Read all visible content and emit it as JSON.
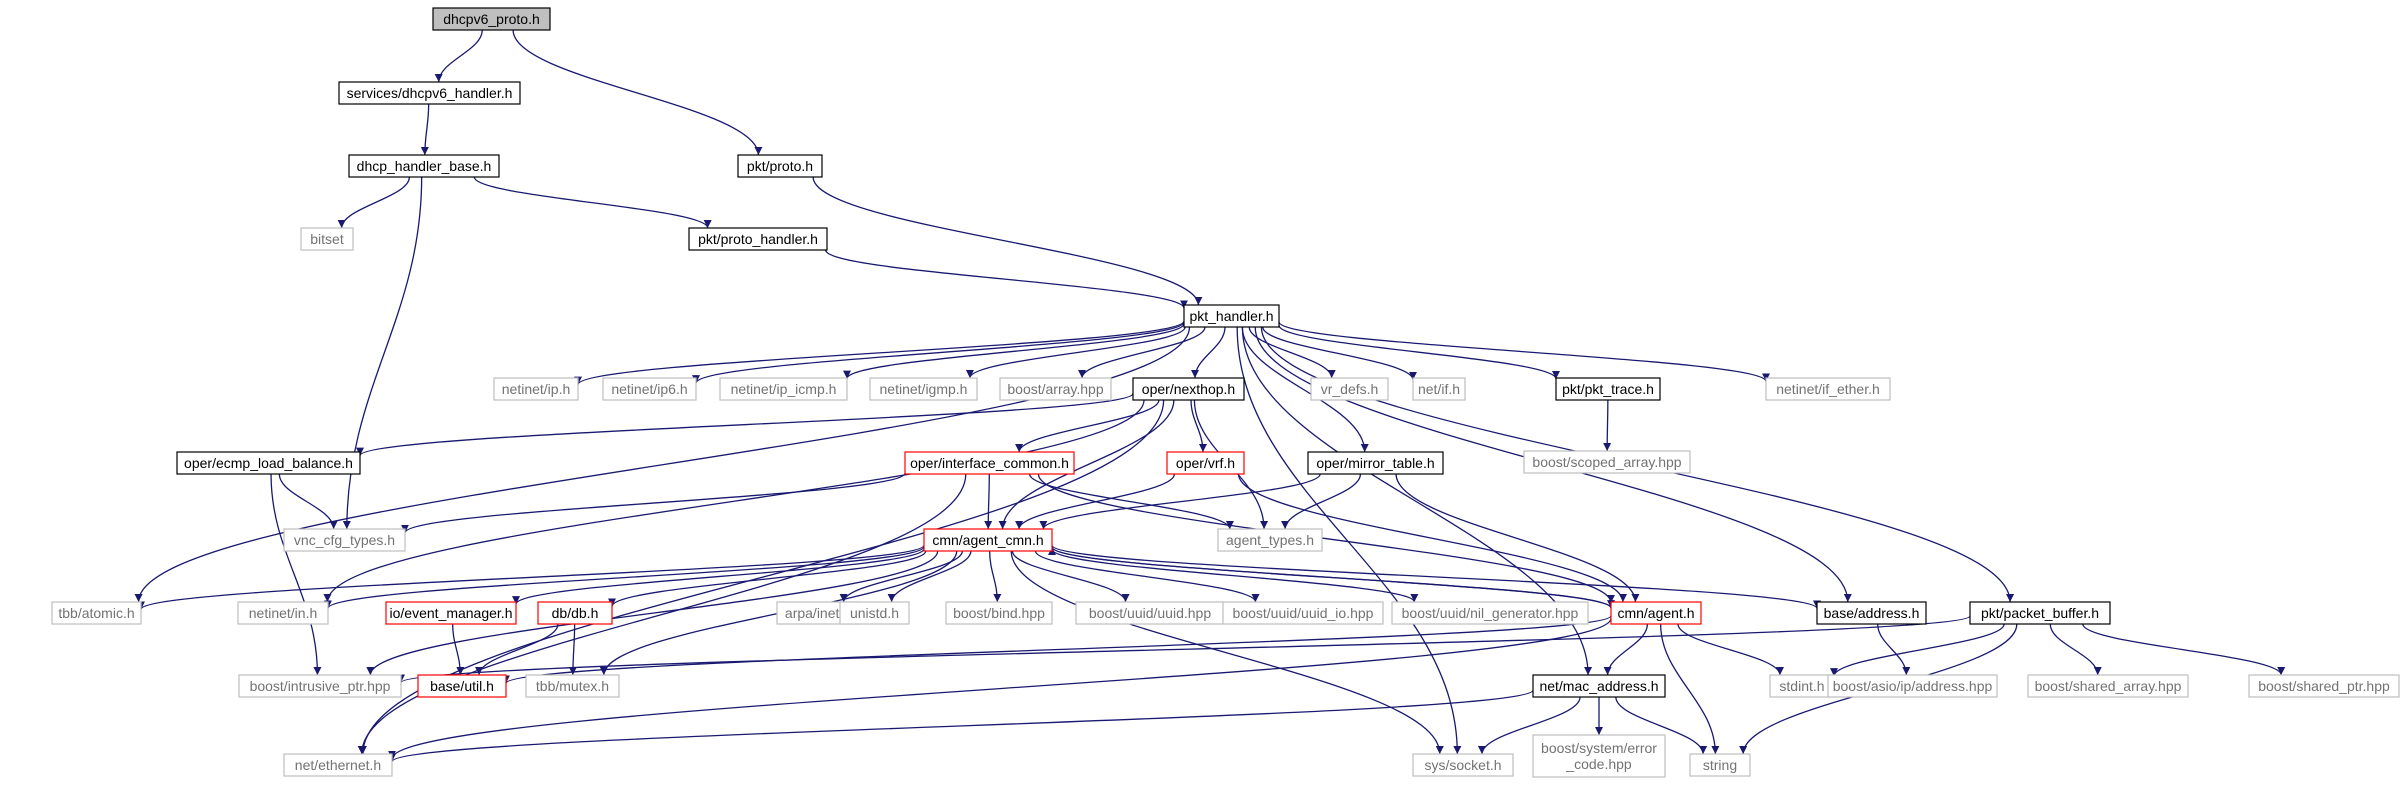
{
  "colors": {
    "edge": "#191970",
    "box_local": "#000000",
    "box_external": "#bfbfbf",
    "box_incomplete": "#ff0000",
    "box_root_fill": "#bfbfbf",
    "text_local": "#000000",
    "text_external": "#737373"
  },
  "nodes": [
    {
      "id": "dhcpv6_proto",
      "label": "dhcpv6_proto.h",
      "kind": "root"
    },
    {
      "id": "services_dhcpv6",
      "label": "services/dhcpv6_handler.h",
      "kind": "local"
    },
    {
      "id": "dhcp_handler_base",
      "label": "dhcp_handler_base.h",
      "kind": "local"
    },
    {
      "id": "bitset",
      "label": "bitset",
      "kind": "external"
    },
    {
      "id": "pkt_proto",
      "label": "pkt/proto.h",
      "kind": "local"
    },
    {
      "id": "pkt_proto_handler",
      "label": "pkt/proto_handler.h",
      "kind": "local"
    },
    {
      "id": "pkt_handler",
      "label": "pkt_handler.h",
      "kind": "local"
    },
    {
      "id": "netinet_ip",
      "label": "netinet/ip.h",
      "kind": "external"
    },
    {
      "id": "netinet_ip6",
      "label": "netinet/ip6.h",
      "kind": "external"
    },
    {
      "id": "netinet_ip_icmp",
      "label": "netinet/ip_icmp.h",
      "kind": "external"
    },
    {
      "id": "netinet_igmp",
      "label": "netinet/igmp.h",
      "kind": "external"
    },
    {
      "id": "boost_array",
      "label": "boost/array.hpp",
      "kind": "external"
    },
    {
      "id": "oper_nexthop",
      "label": "oper/nexthop.h",
      "kind": "local"
    },
    {
      "id": "vr_defs",
      "label": "vr_defs.h",
      "kind": "external"
    },
    {
      "id": "net_if",
      "label": "net/if.h",
      "kind": "external"
    },
    {
      "id": "pkt_trace",
      "label": "pkt/pkt_trace.h",
      "kind": "local"
    },
    {
      "id": "netinet_if_ether",
      "label": "netinet/if_ether.h",
      "kind": "external"
    },
    {
      "id": "boost_scoped_array",
      "label": "boost/scoped_array.hpp",
      "kind": "external"
    },
    {
      "id": "oper_ecmp",
      "label": "oper/ecmp_load_balance.h",
      "kind": "local"
    },
    {
      "id": "oper_interface_common",
      "label": "oper/interface_common.h",
      "kind": "incomplete"
    },
    {
      "id": "oper_vrf",
      "label": "oper/vrf.h",
      "kind": "incomplete"
    },
    {
      "id": "oper_mirror",
      "label": "oper/mirror_table.h",
      "kind": "local"
    },
    {
      "id": "vnc_cfg",
      "label": "vnc_cfg_types.h",
      "kind": "external"
    },
    {
      "id": "cmn_agent_cmn",
      "label": "cmn/agent_cmn.h",
      "kind": "incomplete"
    },
    {
      "id": "agent_types",
      "label": "agent_types.h",
      "kind": "external"
    },
    {
      "id": "tbb_atomic",
      "label": "tbb/atomic.h",
      "kind": "external"
    },
    {
      "id": "netinet_in",
      "label": "netinet/in.h",
      "kind": "external"
    },
    {
      "id": "io_event_manager",
      "label": "io/event_manager.h",
      "kind": "incomplete"
    },
    {
      "id": "db_db",
      "label": "db/db.h",
      "kind": "incomplete"
    },
    {
      "id": "arpa_inet",
      "label": "arpa/inet.h",
      "kind": "external"
    },
    {
      "id": "unistd",
      "label": "unistd.h",
      "kind": "external"
    },
    {
      "id": "boost_bind",
      "label": "boost/bind.hpp",
      "kind": "external"
    },
    {
      "id": "boost_uuid_uuid",
      "label": "boost/uuid/uuid.hpp",
      "kind": "external"
    },
    {
      "id": "boost_uuid_io",
      "label": "boost/uuid/uuid_io.hpp",
      "kind": "external"
    },
    {
      "id": "boost_uuid_nil",
      "label": "boost/uuid/nil_generator.hpp",
      "kind": "external"
    },
    {
      "id": "cmn_agent",
      "label": "cmn/agent.h",
      "kind": "incomplete"
    },
    {
      "id": "base_address",
      "label": "base/address.h",
      "kind": "local"
    },
    {
      "id": "pkt_packet_buffer",
      "label": "pkt/packet_buffer.h",
      "kind": "local"
    },
    {
      "id": "boost_intrusive_ptr",
      "label": "boost/intrusive_ptr.hpp",
      "kind": "external"
    },
    {
      "id": "base_util",
      "label": "base/util.h",
      "kind": "incomplete"
    },
    {
      "id": "tbb_mutex",
      "label": "tbb/mutex.h",
      "kind": "external"
    },
    {
      "id": "net_mac_address",
      "label": "net/mac_address.h",
      "kind": "local"
    },
    {
      "id": "stdint",
      "label": "stdint.h",
      "kind": "external"
    },
    {
      "id": "boost_asio_ip",
      "label": "boost/asio/ip/address.hpp",
      "kind": "external"
    },
    {
      "id": "boost_shared_array",
      "label": "boost/shared_array.hpp",
      "kind": "external"
    },
    {
      "id": "boost_shared_ptr",
      "label": "boost/shared_ptr.hpp",
      "kind": "external"
    },
    {
      "id": "net_ethernet",
      "label": "net/ethernet.h",
      "kind": "external"
    },
    {
      "id": "sys_socket",
      "label": "sys/socket.h",
      "kind": "external"
    },
    {
      "id": "boost_system_error",
      "label": "boost/system/error\n_code.hpp",
      "kind": "external"
    },
    {
      "id": "string",
      "label": "string",
      "kind": "external"
    }
  ],
  "edges": [
    [
      "dhcpv6_proto",
      "services_dhcpv6"
    ],
    [
      "dhcpv6_proto",
      "pkt_proto"
    ],
    [
      "services_dhcpv6",
      "dhcp_handler_base"
    ],
    [
      "dhcp_handler_base",
      "bitset"
    ],
    [
      "dhcp_handler_base",
      "vnc_cfg"
    ],
    [
      "dhcp_handler_base",
      "pkt_proto_handler"
    ],
    [
      "pkt_proto",
      "pkt_handler"
    ],
    [
      "pkt_proto_handler",
      "pkt_handler"
    ],
    [
      "pkt_handler",
      "netinet_ip"
    ],
    [
      "pkt_handler",
      "netinet_ip6"
    ],
    [
      "pkt_handler",
      "netinet_ip_icmp"
    ],
    [
      "pkt_handler",
      "netinet_igmp"
    ],
    [
      "pkt_handler",
      "boost_array"
    ],
    [
      "pkt_handler",
      "oper_nexthop"
    ],
    [
      "pkt_handler",
      "vr_defs"
    ],
    [
      "pkt_handler",
      "net_if"
    ],
    [
      "pkt_handler",
      "pkt_trace"
    ],
    [
      "pkt_handler",
      "netinet_if_ether"
    ],
    [
      "pkt_handler",
      "oper_mirror"
    ],
    [
      "pkt_handler",
      "base_address"
    ],
    [
      "pkt_handler",
      "pkt_packet_buffer"
    ],
    [
      "pkt_handler",
      "tbb_atomic"
    ],
    [
      "pkt_handler",
      "sys_socket"
    ],
    [
      "pkt_handler",
      "net_mac_address"
    ],
    [
      "pkt_trace",
      "boost_scoped_array"
    ],
    [
      "oper_nexthop",
      "oper_ecmp"
    ],
    [
      "oper_nexthop",
      "oper_interface_common"
    ],
    [
      "oper_nexthop",
      "oper_vrf"
    ],
    [
      "oper_nexthop",
      "agent_types"
    ],
    [
      "oper_nexthop",
      "cmn_agent_cmn"
    ],
    [
      "oper_nexthop",
      "netinet_in"
    ],
    [
      "oper_nexthop",
      "net_ethernet"
    ],
    [
      "oper_ecmp",
      "vnc_cfg"
    ],
    [
      "oper_ecmp",
      "boost_intrusive_ptr"
    ],
    [
      "oper_interface_common",
      "vnc_cfg"
    ],
    [
      "oper_interface_common",
      "cmn_agent_cmn"
    ],
    [
      "oper_interface_common",
      "agent_types"
    ],
    [
      "oper_interface_common",
      "cmn_agent"
    ],
    [
      "oper_interface_common",
      "net_ethernet"
    ],
    [
      "oper_vrf",
      "cmn_agent_cmn"
    ],
    [
      "oper_vrf",
      "cmn_agent"
    ],
    [
      "oper_mirror",
      "agent_types"
    ],
    [
      "oper_mirror",
      "cmn_agent_cmn"
    ],
    [
      "oper_mirror",
      "cmn_agent"
    ],
    [
      "cmn_agent_cmn",
      "tbb_atomic"
    ],
    [
      "cmn_agent_cmn",
      "netinet_in"
    ],
    [
      "cmn_agent_cmn",
      "io_event_manager"
    ],
    [
      "cmn_agent_cmn",
      "db_db"
    ],
    [
      "cmn_agent_cmn",
      "arpa_inet"
    ],
    [
      "cmn_agent_cmn",
      "unistd"
    ],
    [
      "cmn_agent_cmn",
      "boost_bind"
    ],
    [
      "cmn_agent_cmn",
      "boost_uuid_uuid"
    ],
    [
      "cmn_agent_cmn",
      "boost_uuid_io"
    ],
    [
      "cmn_agent_cmn",
      "boost_uuid_nil"
    ],
    [
      "cmn_agent_cmn",
      "cmn_agent"
    ],
    [
      "cmn_agent_cmn",
      "base_address"
    ],
    [
      "cmn_agent_cmn",
      "boost_intrusive_ptr"
    ],
    [
      "cmn_agent_cmn",
      "tbb_mutex"
    ],
    [
      "cmn_agent_cmn",
      "sys_socket"
    ],
    [
      "cmn_agent",
      "cmn_agent_cmn"
    ],
    [
      "cmn_agent",
      "net_mac_address"
    ],
    [
      "cmn_agent",
      "stdint"
    ],
    [
      "cmn_agent",
      "string"
    ],
    [
      "cmn_agent",
      "base_util"
    ],
    [
      "cmn_agent",
      "net_ethernet"
    ],
    [
      "io_event_manager",
      "base_util"
    ],
    [
      "db_db",
      "base_util"
    ],
    [
      "db_db",
      "tbb_mutex"
    ],
    [
      "base_address",
      "boost_asio_ip"
    ],
    [
      "pkt_packet_buffer",
      "boost_intrusive_ptr"
    ],
    [
      "pkt_packet_buffer",
      "stdint"
    ],
    [
      "pkt_packet_buffer",
      "boost_shared_array"
    ],
    [
      "pkt_packet_buffer",
      "boost_shared_ptr"
    ],
    [
      "pkt_packet_buffer",
      "string"
    ],
    [
      "net_mac_address",
      "net_ethernet"
    ],
    [
      "net_mac_address",
      "sys_socket"
    ],
    [
      "net_mac_address",
      "boost_system_error"
    ],
    [
      "net_mac_address",
      "string"
    ]
  ]
}
